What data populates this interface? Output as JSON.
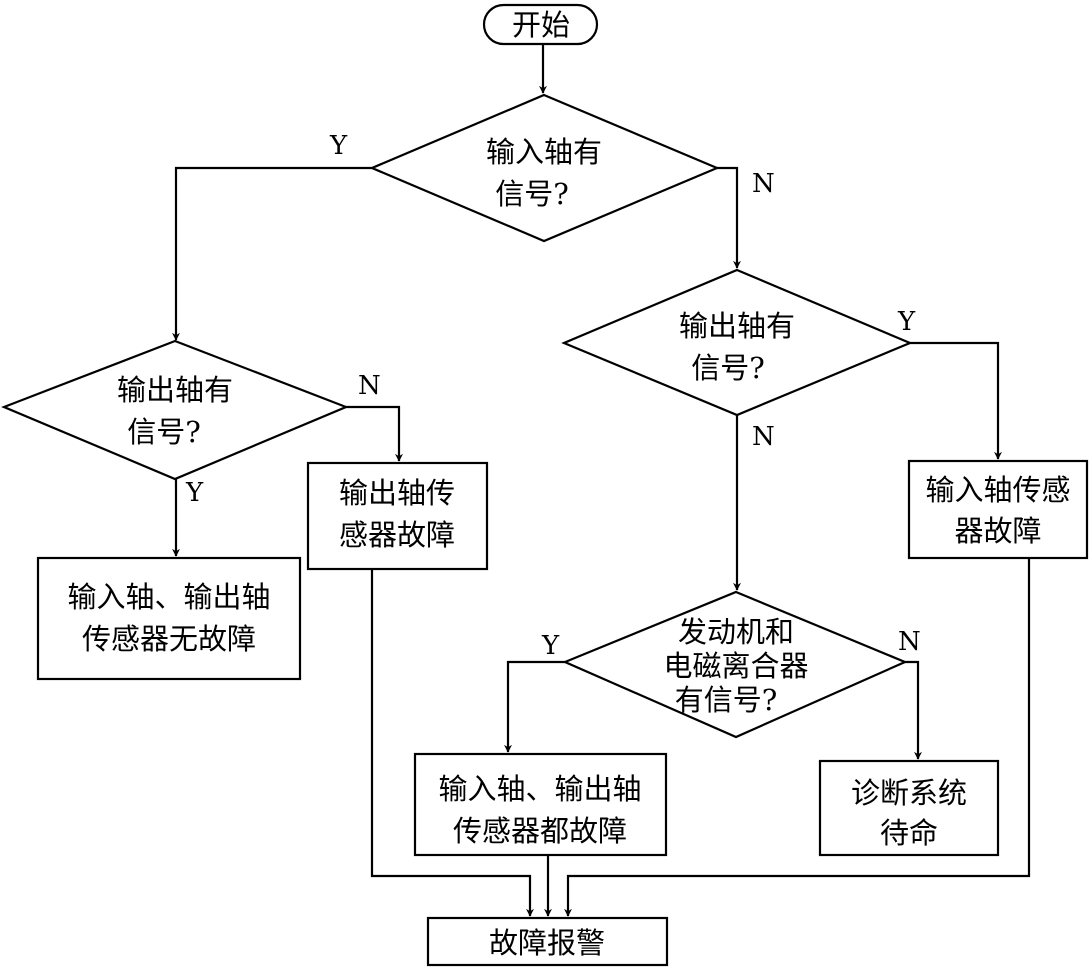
{
  "nodes": {
    "start": {
      "lines": [
        "开始"
      ]
    },
    "d_input": {
      "lines": [
        "输入轴有",
        "信号?"
      ]
    },
    "d_output_left": {
      "lines": [
        "输出轴有",
        "信号?"
      ]
    },
    "d_output_right": {
      "lines": [
        "输出轴有",
        "信号?"
      ]
    },
    "r_output_fault": {
      "lines": [
        "输出轴传",
        "感器故障"
      ]
    },
    "r_no_fault": {
      "lines": [
        "输入轴、输出轴",
        "传感器无故障"
      ]
    },
    "r_input_fault": {
      "lines": [
        "输入轴传感",
        "器故障"
      ]
    },
    "d_engine": {
      "lines": [
        "发动机和",
        "电磁离合器",
        "有信号?"
      ]
    },
    "r_both_fault": {
      "lines": [
        "输入轴、输出轴",
        "传感器都故障"
      ]
    },
    "r_standby": {
      "lines": [
        "诊断系统",
        "待命"
      ]
    },
    "r_alarm": {
      "lines": [
        "故障报警"
      ]
    }
  },
  "edge_labels": {
    "input_yes": "Y",
    "input_no": "N",
    "output_left_yes": "Y",
    "output_left_no": "N",
    "output_right_yes": "Y",
    "output_right_no": "N",
    "engine_yes": "Y",
    "engine_no": "N"
  }
}
